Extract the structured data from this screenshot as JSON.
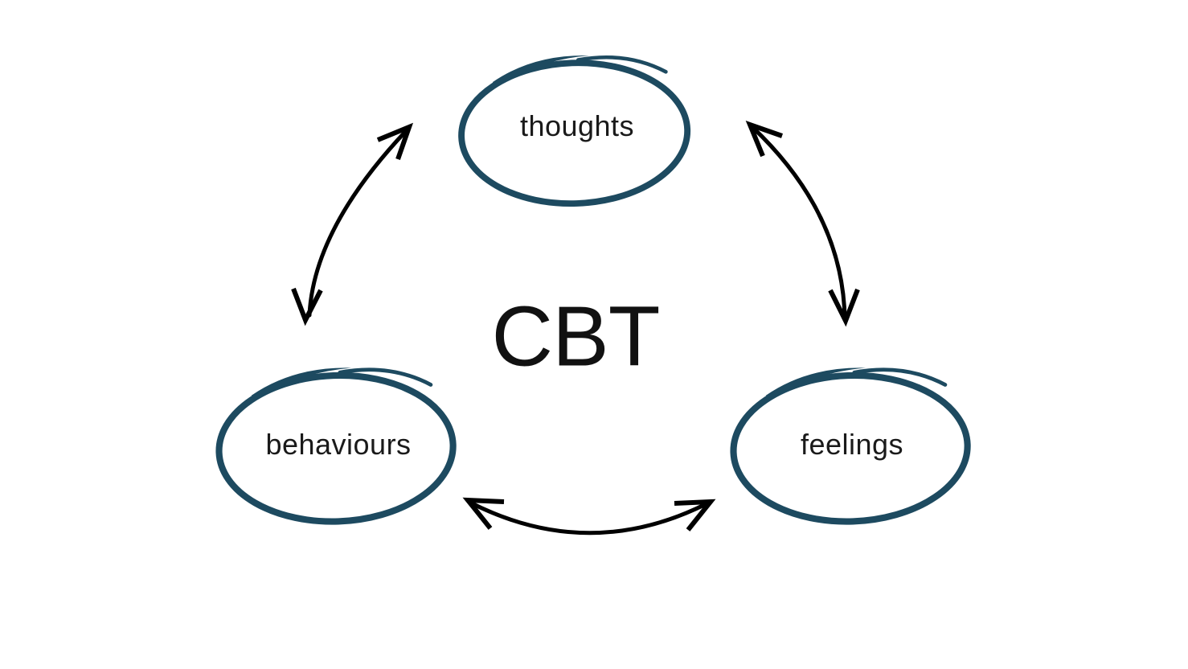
{
  "title": "CBT",
  "nodes": [
    {
      "id": "thoughts",
      "label": "thoughts"
    },
    {
      "id": "behaviours",
      "label": "behaviours"
    },
    {
      "id": "feelings",
      "label": "feelings"
    }
  ],
  "edges": [
    {
      "from": "thoughts",
      "to": "behaviours",
      "bidirectional": true
    },
    {
      "from": "thoughts",
      "to": "feelings",
      "bidirectional": true
    },
    {
      "from": "behaviours",
      "to": "feelings",
      "bidirectional": true
    }
  ],
  "colors": {
    "background": "#ffffff",
    "node_stroke": "#1d4a60",
    "arrow": "#000000",
    "text": "#1a1a1a"
  }
}
